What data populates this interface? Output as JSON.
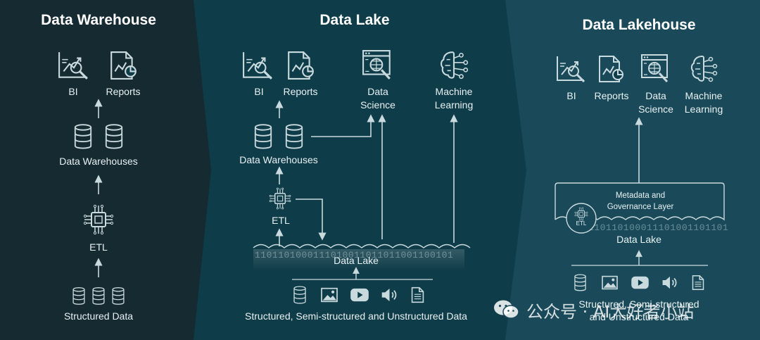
{
  "panels": {
    "warehouse": {
      "title": "Data Warehouse",
      "bi": "BI",
      "reports": "Reports",
      "data_warehouses": "Data Warehouses",
      "etl": "ETL",
      "structured_data": "Structured Data"
    },
    "lake": {
      "title": "Data Lake",
      "bi": "BI",
      "reports": "Reports",
      "data_science_1": "Data",
      "data_science_2": "Science",
      "ml_1": "Machine",
      "ml_2": "Learning",
      "data_warehouses": "Data Warehouses",
      "etl": "ETL",
      "data_lake": "Data Lake",
      "sources": "Structured, Semi-structured and Unstructured Data"
    },
    "lakehouse": {
      "title": "Data Lakehouse",
      "bi": "BI",
      "reports": "Reports",
      "data_science_1": "Data",
      "data_science_2": "Science",
      "ml_1": "Machine",
      "ml_2": "Learning",
      "metadata_1": "Metadata and",
      "metadata_2": "Governance Layer",
      "etl_badge": "ETL",
      "data_lake": "Data Lake",
      "sources_1": "Structured, Semi-structured",
      "sources_2": "and Unstructured Data"
    }
  },
  "binary_stream": "1101101000111010011011011001100101",
  "watermark": {
    "text": "公众号 · AI大好者小站",
    "icon": "wechat-icon"
  },
  "colors": {
    "panel1": "#152a31",
    "panel2": "#0f3c49",
    "panel3": "#1a4a59",
    "line": "#c9dade"
  }
}
